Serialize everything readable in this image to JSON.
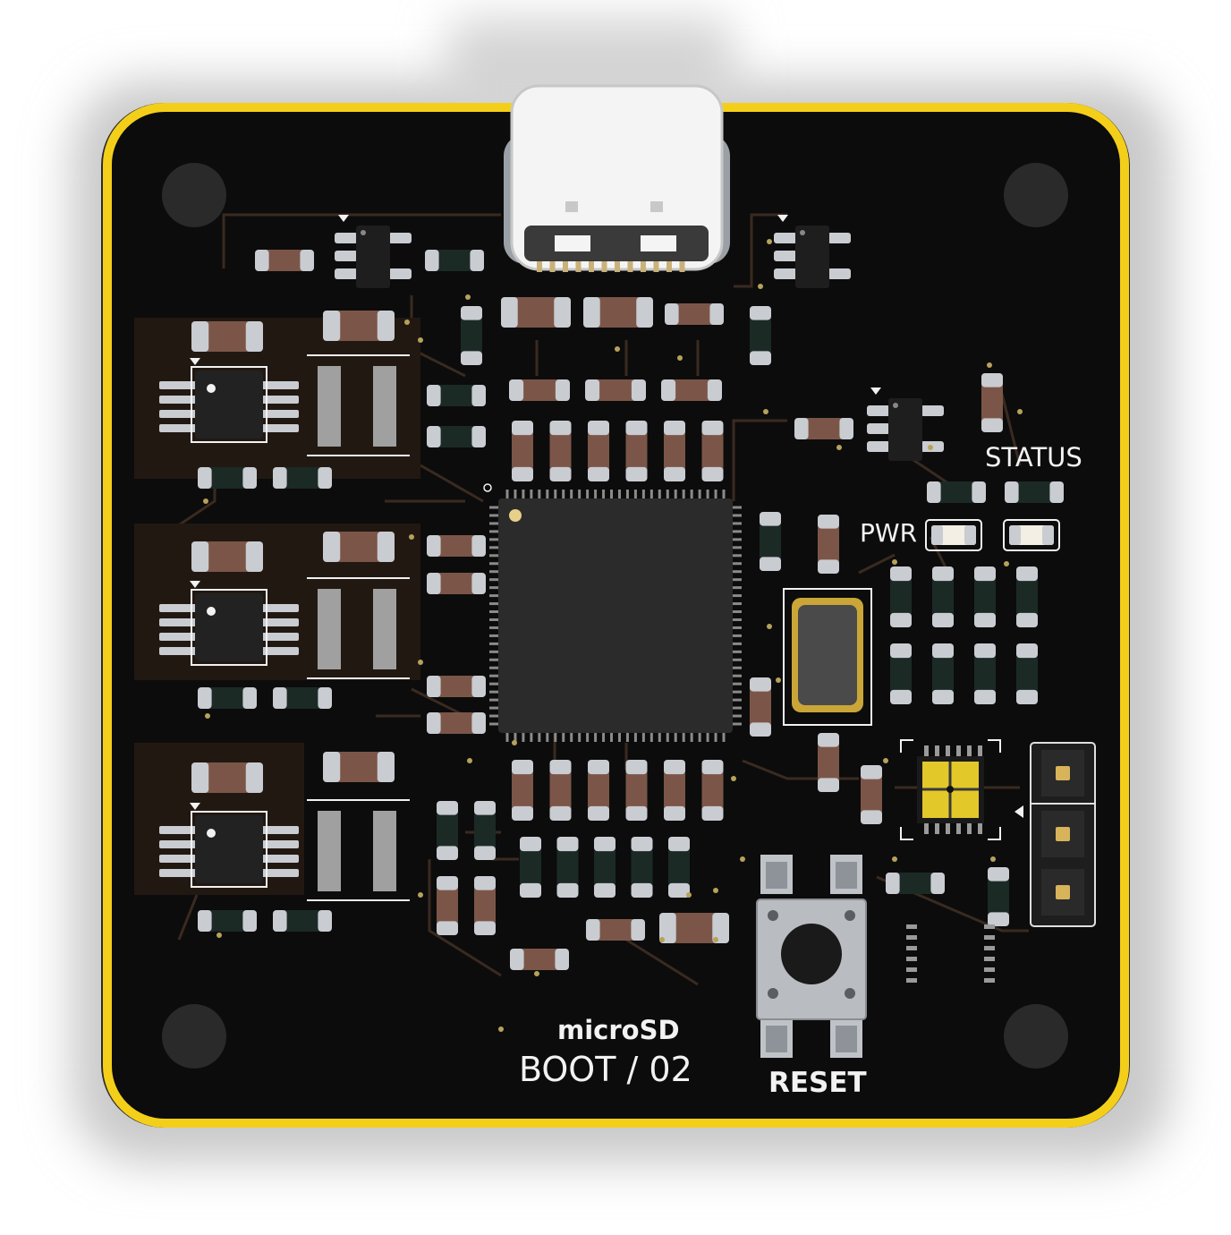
{
  "board": {
    "labels": {
      "status": "STATUS",
      "pwr": "PWR",
      "microsd": "microSD",
      "boot": "BOOT / 02",
      "reset": "RESET"
    },
    "colors": {
      "board": "#0c0c0c",
      "outline": "#f4cf1a",
      "copper": "#2c1f18",
      "ceramic": "#7b5648",
      "resistor": "#1c2a26",
      "tin": "#c9ccd1",
      "ic": "#2b2b2b",
      "silk": "#f2f2f2",
      "gold": "#e3c82a"
    },
    "components": {
      "usb_connector": "usb-c-connector",
      "mcu": "qfp-microcontroller",
      "crystal": "crystal-oscillator",
      "button": "tactile-reset-button",
      "header": "3-pin-header",
      "sensor": "qfn-sensor"
    }
  }
}
